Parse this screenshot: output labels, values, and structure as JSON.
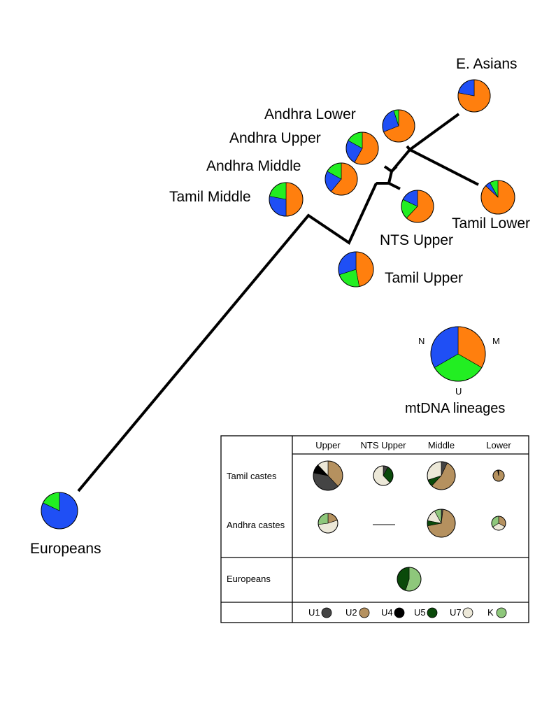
{
  "colors": {
    "N": "#1f4ff5",
    "M": "#ff7f0e",
    "U": "#22ee22",
    "U1": "#444444",
    "U2": "#b5915f",
    "U4": "#000000",
    "U5": "#0a4a0a",
    "U7": "#ece8d8",
    "K": "#8ec77b"
  },
  "tree": {
    "populations": [
      {
        "id": "e-asians",
        "label": "E. Asians",
        "slices": [
          {
            "c": "M",
            "f": 0.78
          },
          {
            "c": "N",
            "f": 0.22
          }
        ]
      },
      {
        "id": "andhra-lower",
        "label": "Andhra Lower",
        "slices": [
          {
            "c": "M",
            "f": 0.69
          },
          {
            "c": "N",
            "f": 0.26
          },
          {
            "c": "U",
            "f": 0.05
          }
        ]
      },
      {
        "id": "andhra-upper",
        "label": "Andhra Upper",
        "slices": [
          {
            "c": "M",
            "f": 0.58
          },
          {
            "c": "N",
            "f": 0.25
          },
          {
            "c": "U",
            "f": 0.17
          }
        ]
      },
      {
        "id": "andhra-middle",
        "label": "Andhra Middle",
        "slices": [
          {
            "c": "M",
            "f": 0.61
          },
          {
            "c": "N",
            "f": 0.22
          },
          {
            "c": "U",
            "f": 0.17
          }
        ]
      },
      {
        "id": "tamil-middle",
        "label": "Tamil Middle",
        "slices": [
          {
            "c": "M",
            "f": 0.5
          },
          {
            "c": "N",
            "f": 0.28
          },
          {
            "c": "U",
            "f": 0.22
          }
        ]
      },
      {
        "id": "nts-upper",
        "label": "NTS Upper",
        "slices": [
          {
            "c": "M",
            "f": 0.62
          },
          {
            "c": "U",
            "f": 0.2
          },
          {
            "c": "N",
            "f": 0.18
          }
        ]
      },
      {
        "id": "tamil-lower",
        "label": "Tamil Lower",
        "slices": [
          {
            "c": "M",
            "f": 0.87
          },
          {
            "c": "N",
            "f": 0.05
          },
          {
            "c": "U",
            "f": 0.08
          }
        ]
      },
      {
        "id": "tamil-upper",
        "label": "Tamil Upper",
        "slices": [
          {
            "c": "M",
            "f": 0.47
          },
          {
            "c": "U",
            "f": 0.23
          },
          {
            "c": "N",
            "f": 0.3
          }
        ]
      },
      {
        "id": "europeans",
        "label": "Europeans",
        "slices": [
          {
            "c": "N",
            "f": 0.82
          },
          {
            "c": "U",
            "f": 0.18
          }
        ]
      }
    ]
  },
  "legend": {
    "slices": [
      {
        "c": "M",
        "f": 0.333
      },
      {
        "c": "U",
        "f": 0.334
      },
      {
        "c": "N",
        "f": 0.333
      }
    ],
    "n_label": "N",
    "m_label": "M",
    "u_label": "U",
    "caption": "mtDNA lineages"
  },
  "table": {
    "columns": [
      "Upper",
      "NTS Upper",
      "Middle",
      "Lower"
    ],
    "rows": [
      {
        "label": "Tamil castes",
        "cells": [
          {
            "slices": [
              {
                "c": "U2",
                "f": 0.38
              },
              {
                "c": "U1",
                "f": 0.4
              },
              {
                "c": "U4",
                "f": 0.1
              },
              {
                "c": "U7",
                "f": 0.12
              }
            ]
          },
          {
            "slices": [
              {
                "c": "U1",
                "f": 0.08
              },
              {
                "c": "U5",
                "f": 0.3
              },
              {
                "c": "U7",
                "f": 0.62
              }
            ]
          },
          {
            "slices": [
              {
                "c": "U1",
                "f": 0.07
              },
              {
                "c": "U2",
                "f": 0.55
              },
              {
                "c": "U5",
                "f": 0.08
              },
              {
                "c": "U7",
                "f": 0.3
              }
            ]
          },
          {
            "slices": [
              {
                "c": "U2",
                "f": 0.97
              },
              {
                "c": "U4",
                "f": 0.03
              }
            ]
          }
        ]
      },
      {
        "label": "Andhra castes",
        "cells": [
          {
            "slices": [
              {
                "c": "U2",
                "f": 0.2
              },
              {
                "c": "U7",
                "f": 0.53
              },
              {
                "c": "K",
                "f": 0.27
              }
            ]
          },
          {
            "empty": true,
            "mark": "—"
          },
          {
            "slices": [
              {
                "c": "U1",
                "f": 0.02
              },
              {
                "c": "U2",
                "f": 0.7
              },
              {
                "c": "U5",
                "f": 0.06
              },
              {
                "c": "U7",
                "f": 0.14
              },
              {
                "c": "K",
                "f": 0.08
              }
            ]
          },
          {
            "slices": [
              {
                "c": "U2",
                "f": 0.33
              },
              {
                "c": "U7",
                "f": 0.33
              },
              {
                "c": "K",
                "f": 0.34
              }
            ]
          }
        ]
      },
      {
        "label": "Europeans",
        "cells": [
          {
            "slices": [
              {
                "c": "K",
                "f": 0.55
              },
              {
                "c": "U5",
                "f": 0.45
              }
            ]
          }
        ]
      }
    ],
    "key": [
      {
        "label": "U1",
        "c": "U1"
      },
      {
        "label": "U2",
        "c": "U2"
      },
      {
        "label": "U4",
        "c": "U4"
      },
      {
        "label": "U5",
        "c": "U5"
      },
      {
        "label": "U7",
        "c": "U7"
      },
      {
        "label": "K",
        "c": "K"
      }
    ]
  }
}
